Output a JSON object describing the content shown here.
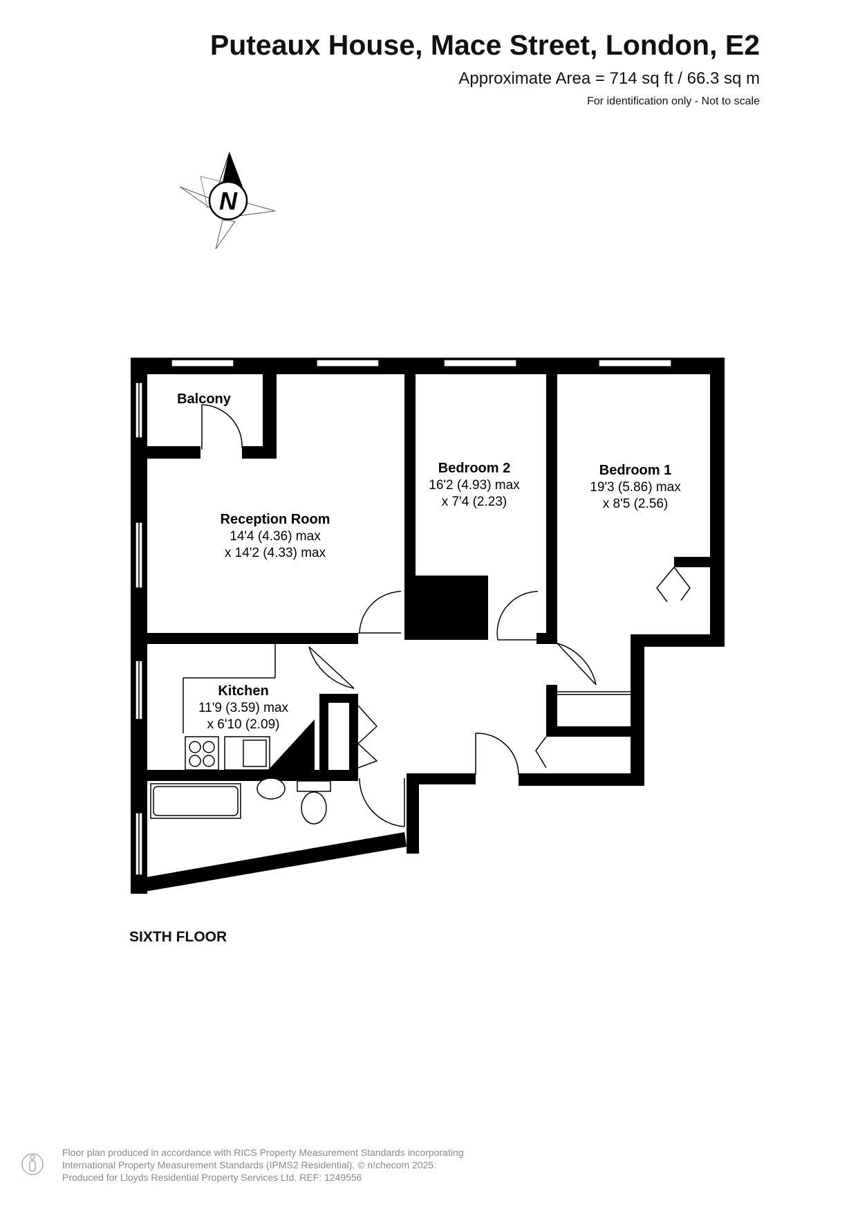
{
  "header": {
    "title": "Puteaux House, Mace Street, London, E2",
    "area": "Approximate Area = 714 sq ft / 66.3 sq m",
    "note": "For identification only - Not to scale"
  },
  "compass": {
    "label": "N",
    "icon": "compass-north-icon"
  },
  "rooms": {
    "balcony": {
      "name": "Balcony"
    },
    "reception": {
      "name": "Reception Room",
      "dim1": "14'4 (4.36) max",
      "dim2": "x 14'2 (4.33) max"
    },
    "bedroom2": {
      "name": "Bedroom 2",
      "dim1": "16'2 (4.93) max",
      "dim2": "x 7'4 (2.23)"
    },
    "bedroom1": {
      "name": "Bedroom 1",
      "dim1": "19'3 (5.86) max",
      "dim2": "x 8'5 (2.56)"
    },
    "kitchen": {
      "name": "Kitchen",
      "dim1": "11'9 (3.59) max",
      "dim2": "x 6'10 (2.09)"
    }
  },
  "floor_label": "SIXTH FLOOR",
  "footer": {
    "line1": "Floor plan produced in accordance with RICS Property Measurement Standards incorporating",
    "line2": "International Property Measurement Standards (IPMS2 Residential).  © n!checom 2025.",
    "line3": "Produced for Lloyds Residential Property Services Ltd.   REF:  1249556",
    "icon": "person-icon"
  },
  "colors": {
    "wall": "#000000",
    "background": "#ffffff",
    "footer_text": "#888888"
  }
}
